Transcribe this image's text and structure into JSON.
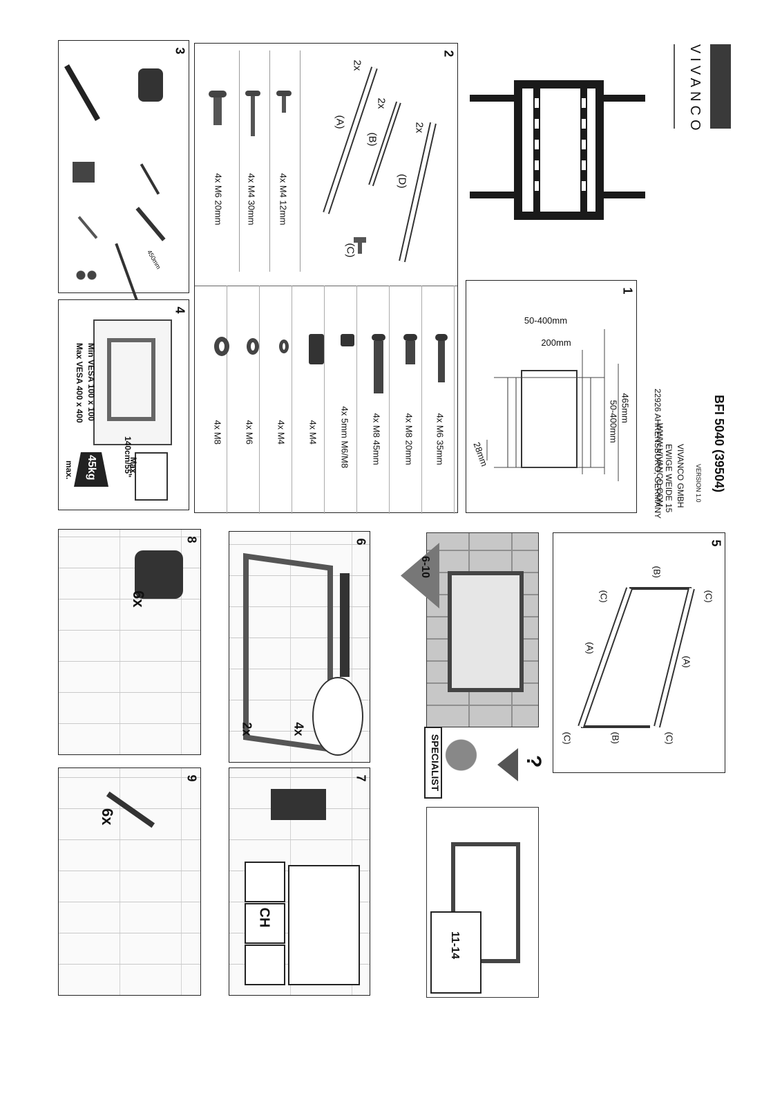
{
  "header": {
    "brand": "VIVANCO",
    "model": "BFI 5040 (39504)",
    "version": "VERSION 1.0",
    "company": "VIVANCO GMBH",
    "street": "EWIGE WEIDE 15",
    "city": "22926 AHRENSBURG, GERMANY",
    "web": "WWW.VIVANCO.COM"
  },
  "step1": {
    "number": "1",
    "dim_outer": "50-400mm",
    "dim_inner": "200mm",
    "dim_height": "465mm",
    "dim_vertical": "50-400mm",
    "dim_depth": "28mm"
  },
  "step2": {
    "number": "2",
    "parts": [
      {
        "qty": "2x",
        "id": "(A)"
      },
      {
        "qty": "2x",
        "id": "(B)"
      },
      {
        "qty": "2x",
        "id": "(D)"
      },
      {
        "qty": "",
        "id": "(C)"
      }
    ],
    "hardware_left": [
      "4x M4 12mm",
      "4x M4 30mm",
      "4x M6 20mm"
    ],
    "hardware_right": [
      "4x M6 35mm",
      "4x M8 20mm",
      "4x M8 45mm",
      "4x 5mm M6/M8",
      "4x M4",
      "4x M4",
      "4x M6",
      "4x M8"
    ]
  },
  "step3": {
    "number": "3",
    "drill_length": "450mm"
  },
  "step4": {
    "number": "4",
    "vesa_min": "Min VESA  100 x 100",
    "vesa_max": "Max VESA 400 x 400",
    "screen_max": "Max.",
    "screen_size": "140cm/55\"",
    "weight": "45kg",
    "weight_label": "max."
  },
  "step5": {
    "number": "5",
    "labels": [
      "(B)",
      "(C)",
      "(C)",
      "(A)",
      "(A)",
      "(C)",
      "(B)",
      "(C)"
    ]
  },
  "middle": {
    "range1": "6-10",
    "specialist": "SPECIALIST",
    "question": "?",
    "range2": "11-14"
  },
  "step6": {
    "number": "6",
    "count_a": "4x",
    "count_b": "2x"
  },
  "step7": {
    "number": "7",
    "ch": "CH"
  },
  "step8": {
    "number": "8",
    "count": "6x"
  },
  "step9": {
    "number": "9",
    "count": "6x"
  }
}
